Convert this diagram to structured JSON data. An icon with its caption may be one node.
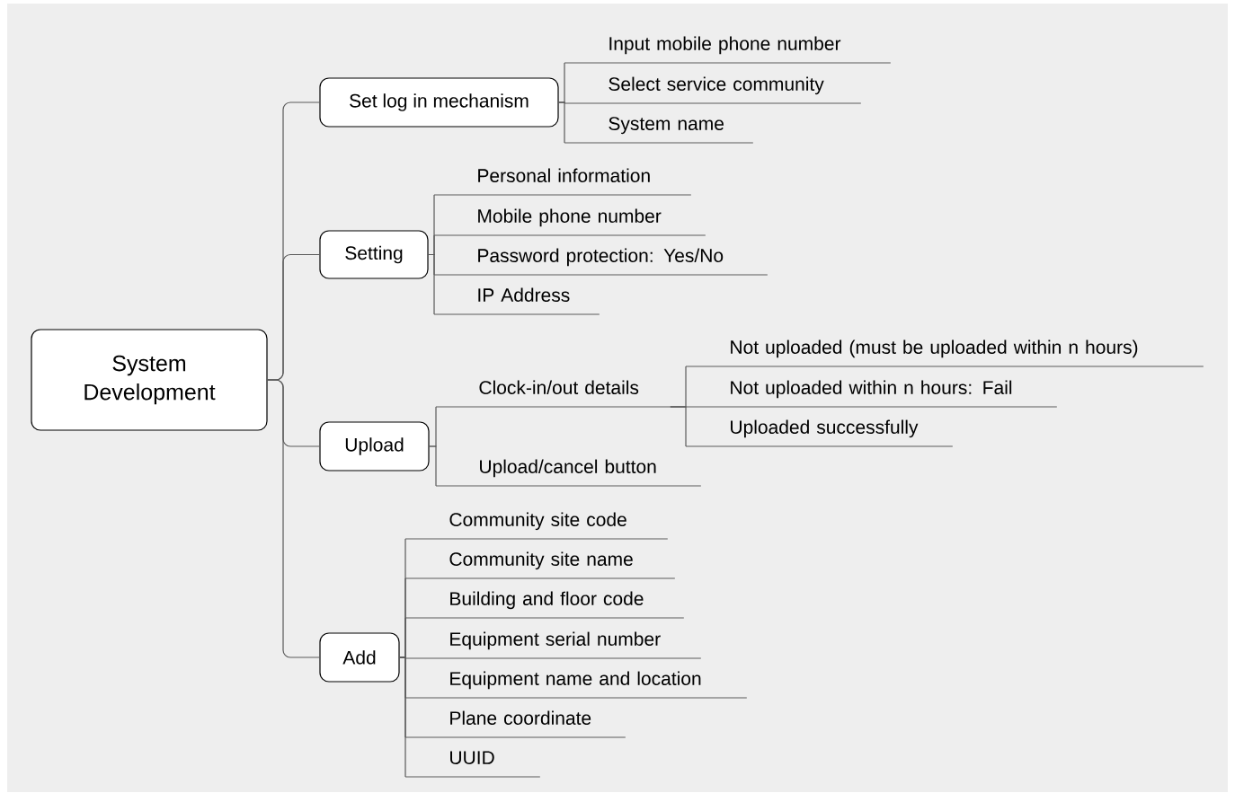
{
  "diagram": {
    "nodes": [
      {
        "text": [
          "System Development"
        ]
      },
      {
        "text": [
          "Set log in mechanism"
        ]
      },
      {
        "text": [
          "Setting"
        ]
      },
      {
        "text": [
          "Upload"
        ]
      },
      {
        "text": [
          "Add"
        ]
      },
      {
        "text": [
          "Input mobile phone number"
        ]
      },
      {
        "text": [
          "Select service community"
        ]
      },
      {
        "text": [
          "System name"
        ]
      },
      {
        "text": [
          "Personal information"
        ]
      },
      {
        "text": [
          "Mobile phone number"
        ]
      },
      {
        "text": [
          "Password protection: Yes/No"
        ]
      },
      {
        "text": [
          "IP  Address"
        ]
      },
      {
        "text": [
          "Clock-in/out details"
        ]
      },
      {
        "text": [
          "Upload/cancel button"
        ]
      },
      {
        "text": [
          "Not uploaded (must be uploaded within n hours)"
        ]
      },
      {
        "text": [
          "Not uploaded within n hours: Fail"
        ]
      },
      {
        "text": [
          "Uploaded successfully"
        ]
      },
      {
        "text": [
          "Community site code"
        ]
      },
      {
        "text": [
          "Community site name"
        ]
      },
      {
        "text": [
          "Building and floor code"
        ]
      },
      {
        "text": [
          "Equipment serial number"
        ]
      },
      {
        "text": [
          "Equipment name and location"
        ]
      },
      {
        "text": [
          "Plane coordinate"
        ]
      },
      {
        "text": [
          "UUID"
        ]
      }
    ],
    "edges": [
      {
        "from": 0,
        "to": 1,
        "arrow": "none"
      },
      {
        "from": 0,
        "to": 2,
        "arrow": "none"
      },
      {
        "from": 0,
        "to": 3,
        "arrow": "none"
      },
      {
        "from": 0,
        "to": 4,
        "arrow": "none"
      },
      {
        "from": 1,
        "to": 5,
        "arrow": "none"
      },
      {
        "from": 1,
        "to": 6,
        "arrow": "none"
      },
      {
        "from": 1,
        "to": 7,
        "arrow": "none"
      },
      {
        "from": 2,
        "to": 8,
        "arrow": "none"
      },
      {
        "from": 2,
        "to": 9,
        "arrow": "none"
      },
      {
        "from": 2,
        "to": 10,
        "arrow": "none"
      },
      {
        "from": 2,
        "to": 11,
        "arrow": "none"
      },
      {
        "from": 3,
        "to": 12,
        "arrow": "none"
      },
      {
        "from": 3,
        "to": 13,
        "arrow": "none"
      },
      {
        "from": 12,
        "to": 14,
        "arrow": "none"
      },
      {
        "from": 12,
        "to": 15,
        "arrow": "none"
      },
      {
        "from": 12,
        "to": 16,
        "arrow": "none"
      },
      {
        "from": 4,
        "to": 17,
        "arrow": "none"
      },
      {
        "from": 4,
        "to": 18,
        "arrow": "none"
      },
      {
        "from": 4,
        "to": 19,
        "arrow": "none"
      },
      {
        "from": 4,
        "to": 20,
        "arrow": "none"
      },
      {
        "from": 4,
        "to": 21,
        "arrow": "none"
      },
      {
        "from": 4,
        "to": 22,
        "arrow": "none"
      },
      {
        "from": 4,
        "to": 23,
        "arrow": "none"
      }
    ]
  }
}
